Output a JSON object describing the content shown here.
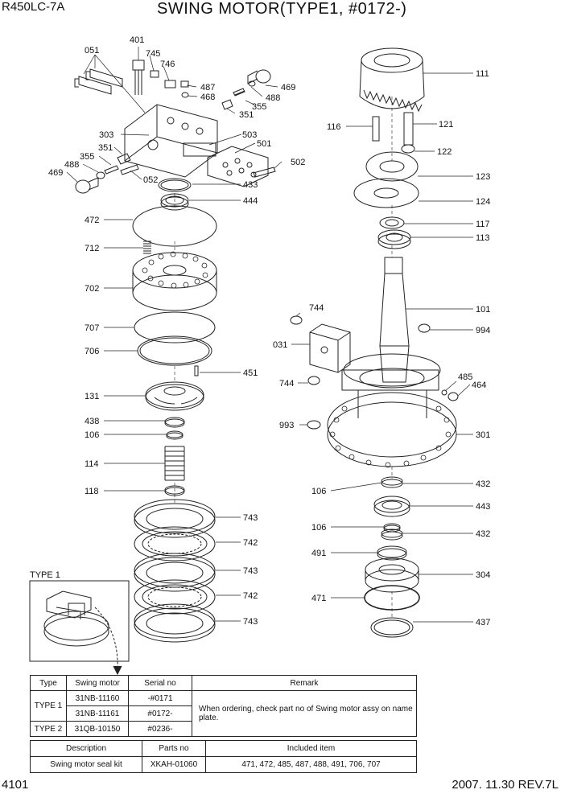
{
  "header": {
    "model": "R450LC-7A",
    "title": "SWING MOTOR(TYPE1, #0172-)"
  },
  "footer": {
    "page": "4101",
    "revision": "2007. 11.30  REV.7L"
  },
  "inset": {
    "label": "TYPE 1"
  },
  "labels": {
    "l401": "401",
    "l745": "745",
    "l746": "746",
    "l051": "051",
    "l487": "487",
    "l469a": "469",
    "l468": "468",
    "l488a": "488",
    "l355a": "355",
    "l351a": "351",
    "l303": "303",
    "l503": "503",
    "l501": "501",
    "l351b": "351",
    "l355b": "355",
    "l502": "502",
    "l488b": "488",
    "l469b": "469",
    "l052": "052",
    "l433": "433",
    "l444": "444",
    "l472": "472",
    "l712": "712",
    "l702": "702",
    "l707": "707",
    "l706": "706",
    "l451": "451",
    "l131": "131",
    "l438": "438",
    "l106a": "106",
    "l114": "114",
    "l118": "118",
    "l743a": "743",
    "l742a": "742",
    "l743b": "743",
    "l742b": "742",
    "l743c": "743",
    "l111": "111",
    "l116": "116",
    "l121": "121",
    "l122": "122",
    "l123": "123",
    "l124": "124",
    "l117": "117",
    "l113": "113",
    "l744a": "744",
    "l101": "101",
    "l994": "994",
    "l031": "031",
    "l744b": "744",
    "l485": "485",
    "l464": "464",
    "l993": "993",
    "l301": "301",
    "l106b": "106",
    "l432a": "432",
    "l443": "443",
    "l106c": "106",
    "l432b": "432",
    "l491": "491",
    "l304": "304",
    "l471": "471",
    "l437": "437"
  },
  "table1": {
    "headers": [
      "Type",
      "Swing motor",
      "Serial no",
      "Remark"
    ],
    "rows": [
      {
        "type": "TYPE 1",
        "motor": "31NB-11160",
        "serial": "-#0171"
      },
      {
        "type": "",
        "motor": "31NB-11161",
        "serial": "#0172-"
      },
      {
        "type": "TYPE 2",
        "motor": "31QB-10150",
        "serial": "#0236-"
      }
    ],
    "remark": "When ordering, check part no of Swing motor assy on name plate."
  },
  "table2": {
    "headers": [
      "Description",
      "Parts no",
      "Included item"
    ],
    "row": {
      "description": "Swing motor seal kit",
      "parts_no": "XKAH-01060",
      "included": "471, 472, 485, 487, 488, 491, 706, 707"
    }
  }
}
